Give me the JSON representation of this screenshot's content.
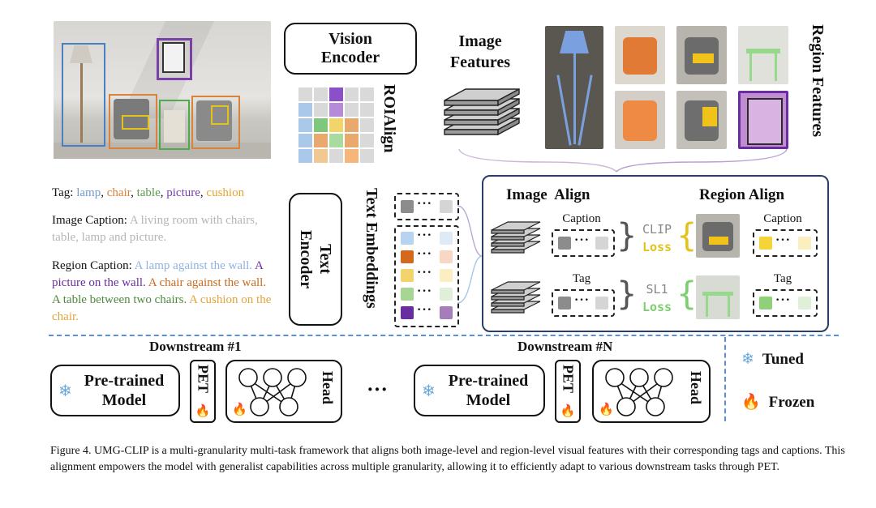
{
  "vision_encoder": "Vision Encoder",
  "roialign": "ROIAlign",
  "image_features": "Image Features",
  "region_features": "Region Features",
  "text_encoder": "Text Encoder",
  "text_embeddings": "Text Embeddings",
  "tag_line": {
    "label": "Tag: ",
    "items": [
      {
        "text": "lamp",
        "color": "#6f9bd1"
      },
      {
        "text": "chair",
        "color": "#d9823b"
      },
      {
        "text": "table",
        "color": "#5a9a4a"
      },
      {
        "text": "picture",
        "color": "#7a3fa8"
      },
      {
        "text": "cushion",
        "color": "#e3a72f"
      }
    ]
  },
  "image_caption": {
    "label": "Image Caption: ",
    "text": "A living room with chairs, table, lamp and picture.",
    "color": "#b5b5b5"
  },
  "region_caption": {
    "label": "Region Caption: ",
    "parts": [
      {
        "text": "A lamp against the wall.",
        "color": "#8fb3df"
      },
      {
        "text": "A picture on the wall.",
        "color": "#6a2d9f"
      },
      {
        "text": "A chair against the wall.",
        "color": "#c86a1f"
      },
      {
        "text": "A table between two chairs.",
        "color": "#4f8a3e"
      },
      {
        "text": "A cushion on the chair.",
        "color": "#e0a53a"
      }
    ]
  },
  "image_align": "Image  Align",
  "region_align": "Region Align",
  "caption_label": "Caption",
  "tag_label": "Tag",
  "clip": "CLIP",
  "sl1": "SL1",
  "loss": "Loss",
  "downstream_1": "Downstream #1",
  "downstream_n": "Downstream #N",
  "pretrained_model": "Pre-trained Model",
  "pet": "PET",
  "head": "Head",
  "ellipsis": "···",
  "tuned": "Tuned",
  "frozen": "Frozen",
  "caption_figure": "Figure 4. UMG-CLIP is a multi-granularity multi-task framework that aligns both image-level and region-level visual features with their corresponding tags and captions. This alignment empowers the model with generalist capabilities across multiple granularity, allowing it to efficiently adapt to various downstream tasks through PET.",
  "colors": {
    "lamp": "#4a7fc1",
    "picture": "#7a3fa8",
    "chair": "#d9823b",
    "table": "#4faa4f",
    "cushion": "#e3c21a",
    "panel_border": "#2c3e66",
    "divider": "#5b8fd6",
    "frozen": "#e8581a",
    "tuned": "#6aa8d8"
  },
  "icons": {
    "tuned": "snowflake-icon",
    "frozen": "flame-icon"
  }
}
